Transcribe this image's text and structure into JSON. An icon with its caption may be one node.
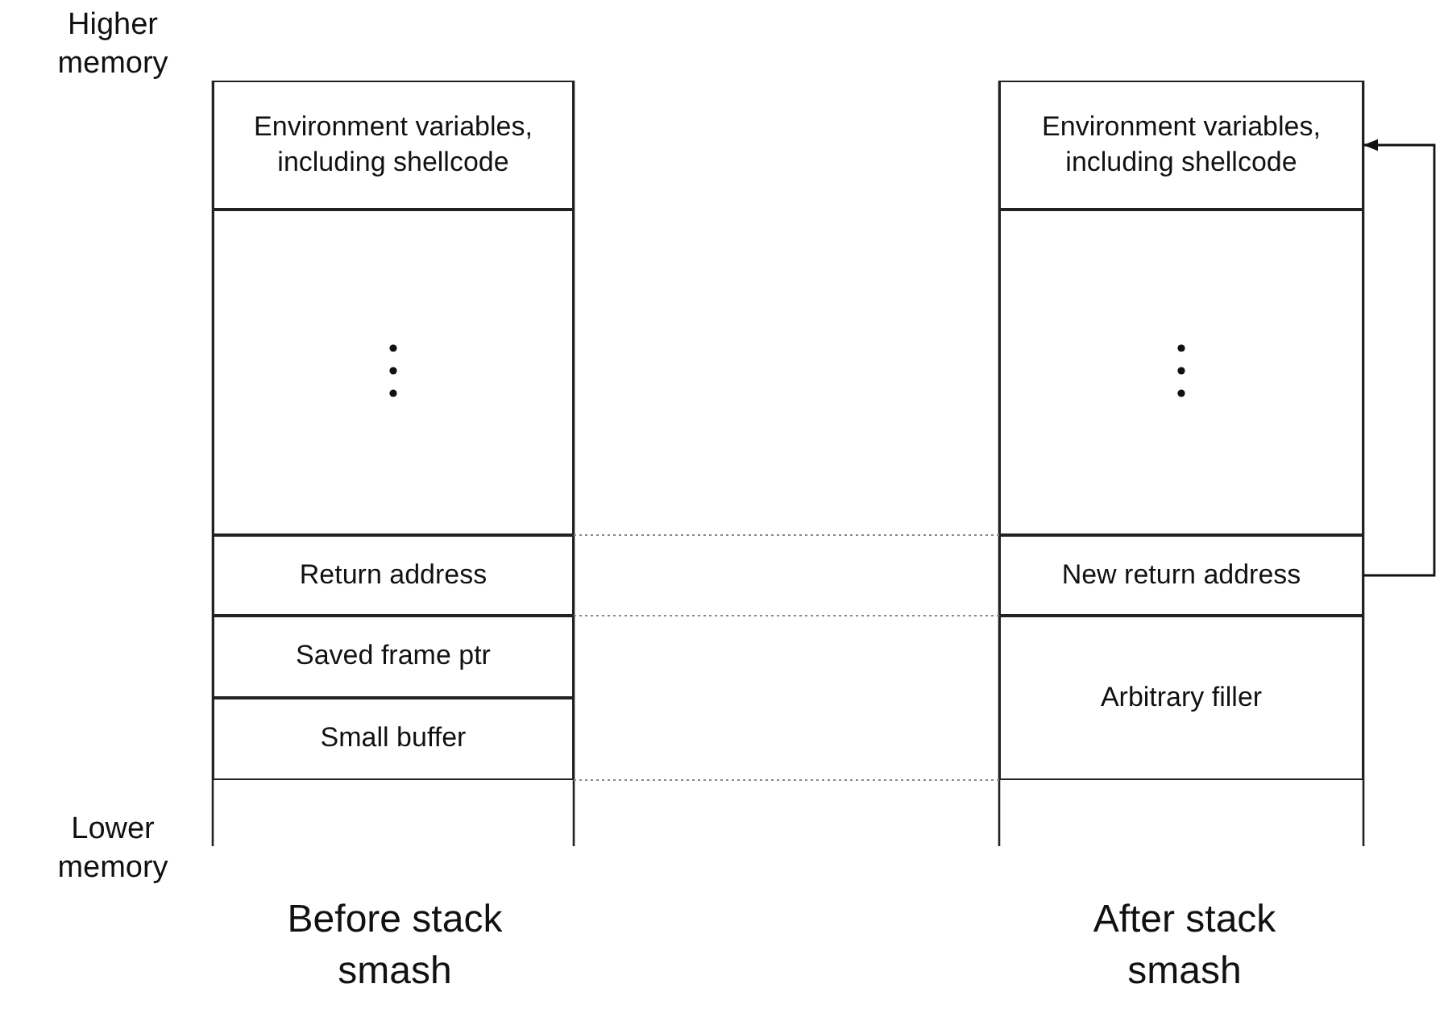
{
  "diagram": {
    "nodes": [
      {
        "text": [
          "Environment variables, including shellcode"
        ]
      },
      {
        "text": [],
        "shape": "box"
      },
      {
        "text": [
          "Return address"
        ]
      },
      {
        "text": [
          "Saved frame ptr"
        ]
      },
      {
        "text": [
          "Small buffer"
        ]
      },
      {
        "text": [
          "Environment variables, including shellcode"
        ]
      },
      {
        "text": [],
        "shape": "box"
      },
      {
        "text": [
          "New return address"
        ]
      },
      {
        "text": [
          "Arbitrary filler"
        ]
      }
    ],
    "edges": [
      {
        "from": 7,
        "to": 5,
        "arrow": "to"
      }
    ],
    "labels": [
      "Higher memory",
      "Lower memory",
      "Before stack smash",
      "After stack smash"
    ]
  }
}
